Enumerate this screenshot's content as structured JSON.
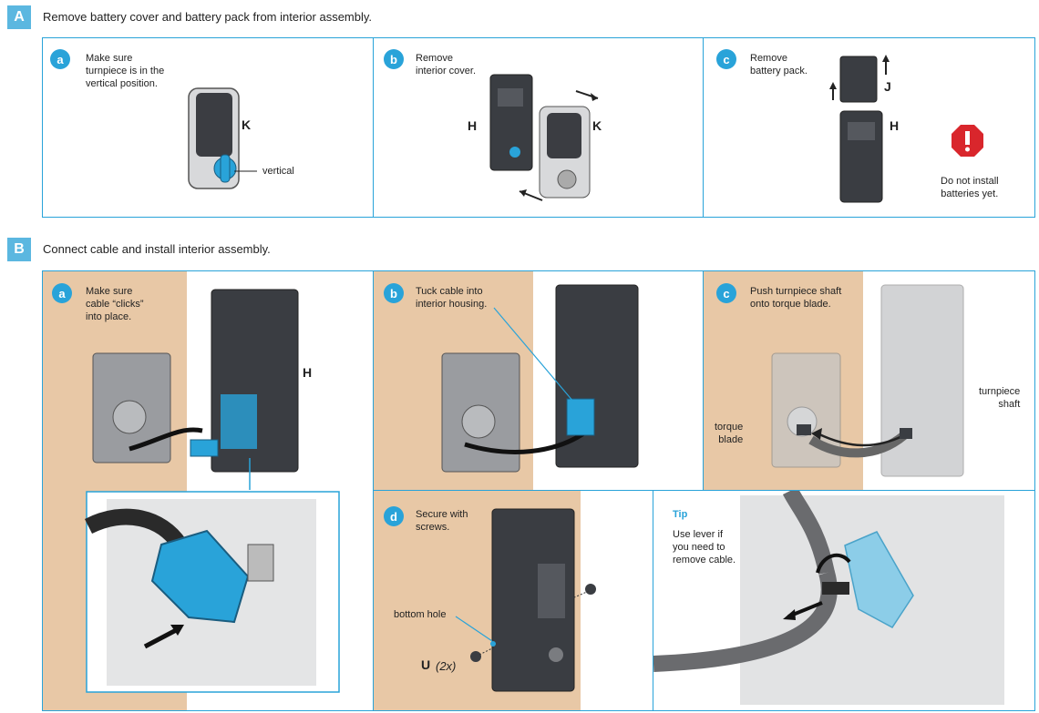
{
  "section_a": {
    "letter": "A",
    "title": "Remove battery cover and battery pack from interior assembly.",
    "steps": [
      {
        "letter": "a",
        "text": "Make sure\nturnpiece is in the\nvertical position.",
        "labels": {
          "K": "K",
          "vertical": "vertical"
        }
      },
      {
        "letter": "b",
        "text": "Remove\ninterior cover.",
        "labels": {
          "H": "H",
          "K": "K"
        }
      },
      {
        "letter": "c",
        "text": "Remove\nbattery pack.",
        "labels": {
          "J": "J",
          "H": "H"
        },
        "warning": "Do not install\nbatteries yet."
      }
    ]
  },
  "section_b": {
    "letter": "B",
    "title": "Connect cable and install interior assembly.",
    "steps": [
      {
        "letter": "a",
        "text": "Make sure\ncable “clicks”\ninto place.",
        "labels": {
          "H": "H"
        }
      },
      {
        "letter": "b",
        "text": "Tuck cable into\ninterior housing."
      },
      {
        "letter": "c",
        "text": "Push turnpiece shaft\nonto torque blade.",
        "labels": {
          "torque": "torque\nblade",
          "shaft": "turnpiece\nshaft"
        }
      },
      {
        "letter": "d",
        "text": "Secure with\nscrews.",
        "labels": {
          "hole": "bottom hole",
          "U": "U",
          "qty": "(2x)"
        }
      }
    ],
    "tip": {
      "title": "Tip",
      "text": "Use lever if\nyou need to\nremove cable."
    }
  },
  "colors": {
    "accent": "#29a3d9",
    "tan": "#e8c8a6",
    "dark": "#3a3d42",
    "connector": "#29a3d9",
    "warning": "#d9262c"
  }
}
